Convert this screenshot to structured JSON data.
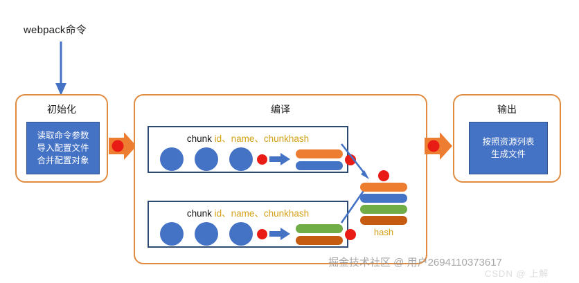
{
  "diagram": {
    "entry": {
      "label": "webpack命令",
      "arrow_icon": "down-arrow-icon"
    },
    "stages": [
      {
        "id": "init",
        "title": "初始化",
        "panel_lines": [
          "读取命令参数",
          "导入配置文件",
          "合并配置对象"
        ]
      },
      {
        "id": "compile",
        "title": "编译"
      },
      {
        "id": "output",
        "title": "输出",
        "panel_lines": [
          "按照资源列表",
          "生成文件"
        ]
      }
    ],
    "connectors": [
      {
        "id": "init-to-compile",
        "icon": "block-arrow-right-icon"
      },
      {
        "id": "compile-to-output",
        "icon": "block-arrow-right-icon"
      }
    ],
    "chunks": [
      {
        "id": "chunk-1",
        "caption_keyword": "chunk",
        "caption_attrs": "id、name、chunkhash",
        "modules": 3,
        "bar_top_color": "#ed7d31",
        "bar_bottom_color": "#4472c4"
      },
      {
        "id": "chunk-2",
        "caption_keyword": "chunk",
        "caption_attrs": "id、name、chunkhash",
        "modules": 3,
        "bar_top_color": "#70ad47",
        "bar_bottom_color": "#c55a11"
      }
    ],
    "hash": {
      "label": "hash",
      "bar_colors": [
        "#ed7d31",
        "#4472c4",
        "#70ad47",
        "#c55a11"
      ]
    },
    "watermark": "掘金技术社区 @ 用户2694110373617",
    "watermark_faint": "CSDN @ 上解"
  },
  "colors": {
    "stage_border": "#e18b40",
    "panel_blue": "#4472c4",
    "chunk_border": "#2c4a72",
    "dot_red": "#e81b15",
    "attr_gold": "#d4a017",
    "arrow_blue": "#4472c4"
  }
}
